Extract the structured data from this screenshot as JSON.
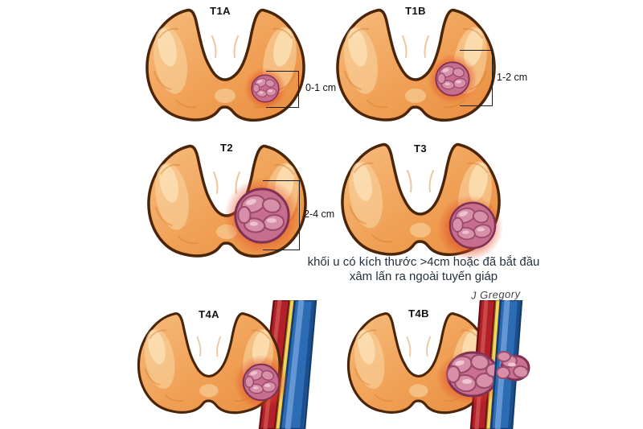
{
  "panels": [
    {
      "label": "T1A",
      "measurement": "0-1 cm"
    },
    {
      "label": "T1B",
      "measurement": "1-2 cm"
    },
    {
      "label": "T2",
      "measurement": "2-4 cm"
    },
    {
      "label": "T3"
    },
    {
      "label": "T4A"
    },
    {
      "label": "T4B"
    }
  ],
  "caption": {
    "line1": "khối u có kích thước >4cm hoặc đã bắt đầu",
    "line2": "xâm lấn ra ngoài tuyến giáp"
  },
  "signature": "J Gregory",
  "colors": {
    "thyroid_fill": "#f0a055",
    "thyroid_outline": "#4a2508",
    "tumor_fill": "#c76e8e",
    "tumor_outline": "#7f3153",
    "inflammation_glow": "#e14a26",
    "artery_red": "#b2202a",
    "nerve_yellow": "#f1d35f",
    "vein_blue": "#2c6cb5",
    "text": "#141414"
  }
}
